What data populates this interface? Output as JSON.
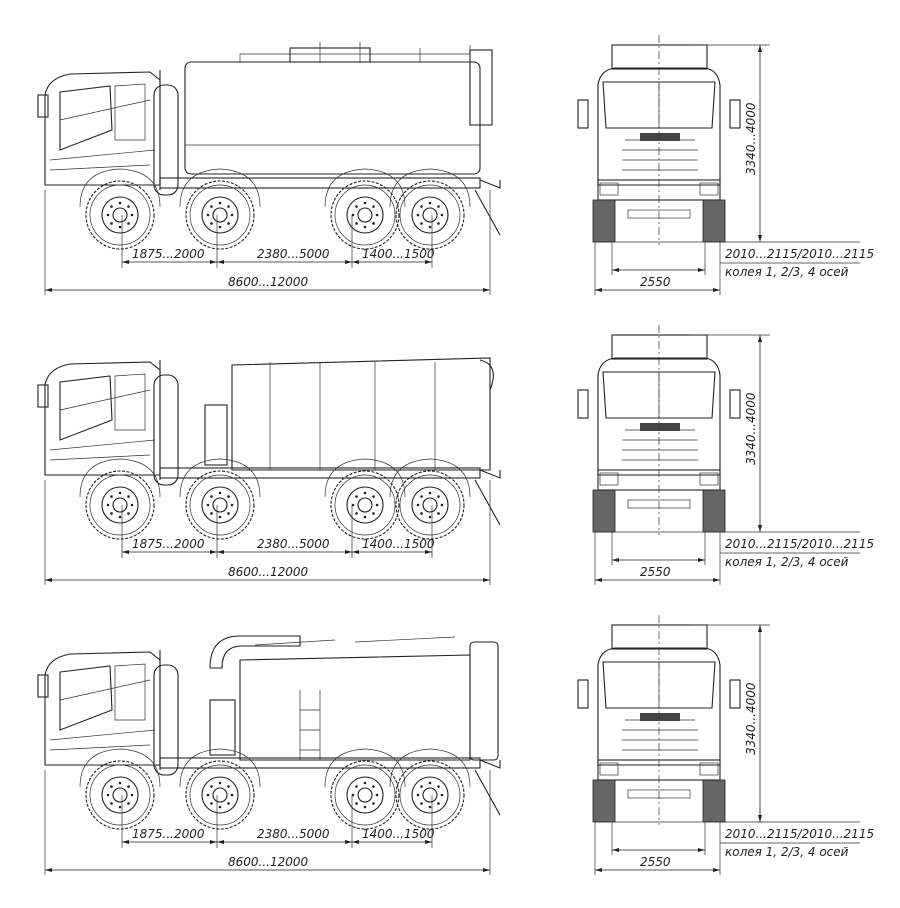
{
  "drawings": [
    {
      "variant": "tanker",
      "wheelbase_front": "1875...2000",
      "wheelbase_middle": "2380...5000",
      "wheelbase_rear": "1400...1500",
      "overall_length": "8600...12000",
      "height": "3340...4000",
      "track": "2010...2115/2010...2115",
      "track_note": "колея 1, 2/3, 4 осей",
      "width": "2550"
    },
    {
      "variant": "box-tank",
      "wheelbase_front": "1875...2000",
      "wheelbase_middle": "2380...5000",
      "wheelbase_rear": "1400...1500",
      "overall_length": "8600...12000",
      "height": "3340...4000",
      "track": "2010...2115/2010...2115",
      "track_note": "колея 1, 2/3, 4 осей",
      "width": "2550"
    },
    {
      "variant": "vacuum-tank",
      "wheelbase_front": "1875...2000",
      "wheelbase_middle": "2380...5000",
      "wheelbase_rear": "1400...1500",
      "overall_length": "8600...12000",
      "height": "3340...4000",
      "track": "2010...2115/2010...2115",
      "track_note": "колея 1, 2/3, 4 осей",
      "width": "2550"
    }
  ]
}
